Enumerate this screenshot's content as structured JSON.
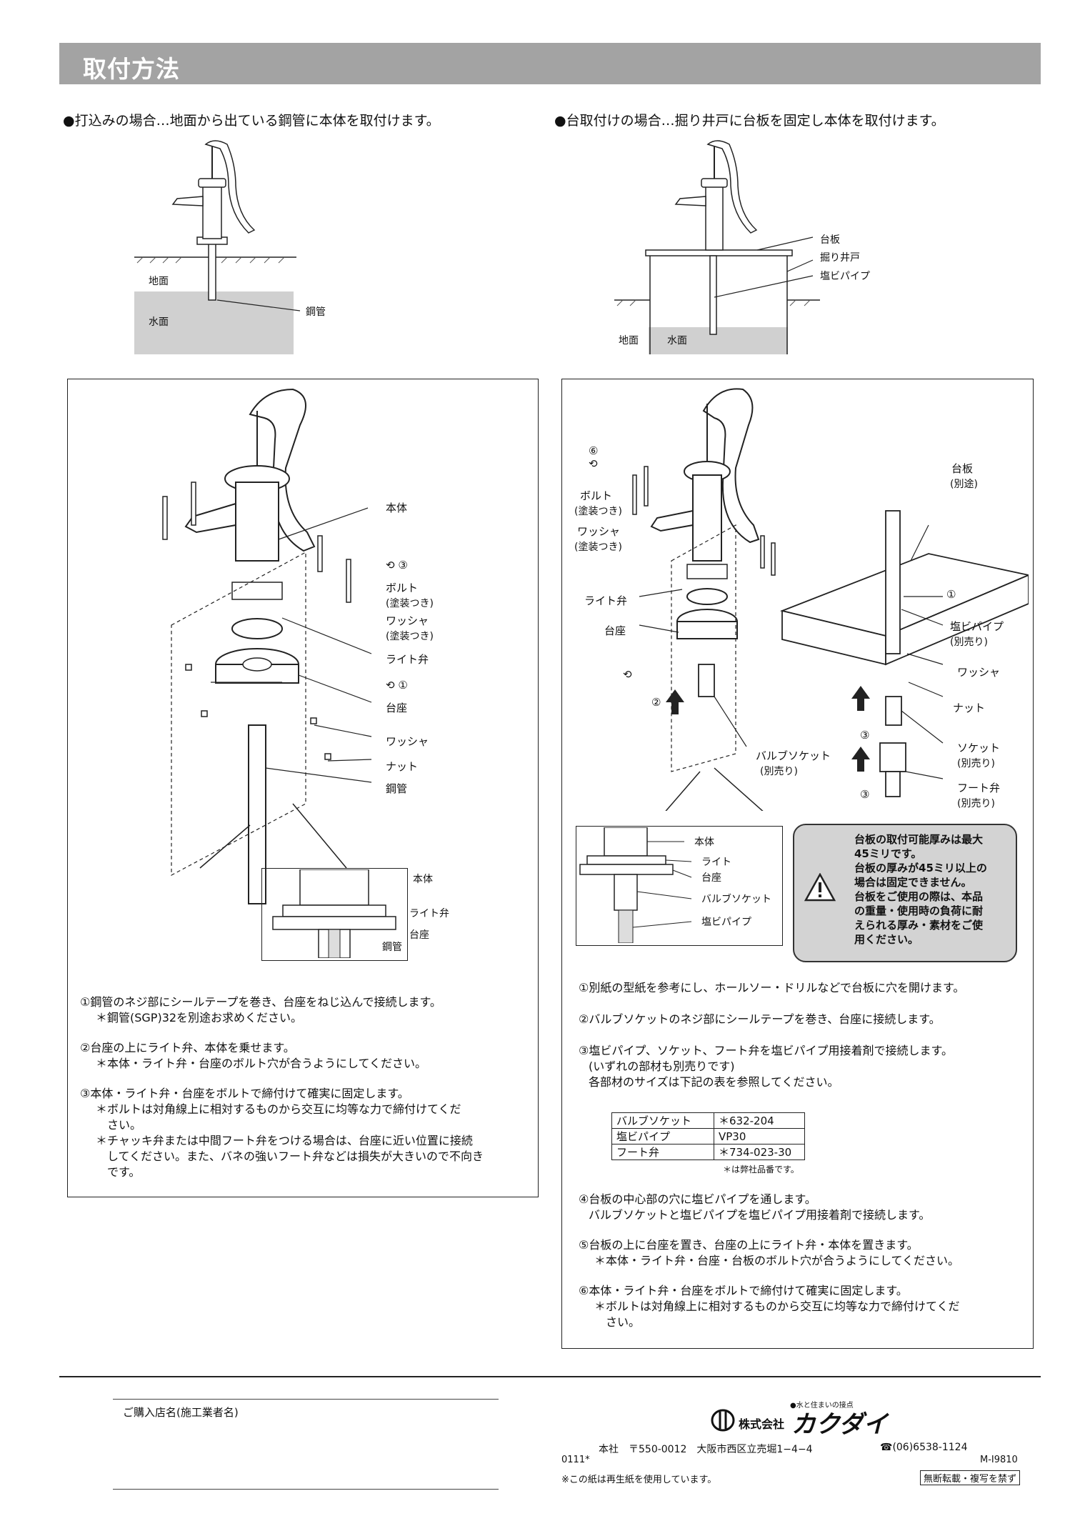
{
  "header": {
    "title": "取付方法"
  },
  "left_section": {
    "title": "●打込みの場合…地面から出ている鋼管に本体を取付けます。",
    "overview_labels": {
      "ground": "地面",
      "water": "水面",
      "pipe": "鋼管"
    },
    "diagram_labels": {
      "body": "本体",
      "step3_num": "③",
      "bolt": "ボルト",
      "bolt_note": "(塗装つき)",
      "washer_coated": "ワッシャ",
      "washer_coated_note": "(塗装つき)",
      "light_valve": "ライト弁",
      "step1_num": "①",
      "base": "台座",
      "washer": "ワッシャ",
      "nut": "ナット",
      "steel_pipe": "鋼管"
    },
    "detail_labels": {
      "body": "本体",
      "light_valve": "ライト弁",
      "base": "台座",
      "steel_pipe": "鋼管"
    },
    "instructions": [
      {
        "main": "①鋼管のネジ部にシールテープを巻き、台座をねじ込んで接続します。",
        "notes": [
          "＊鋼管(SGP)32を別途お求めください。"
        ]
      },
      {
        "main": "②台座の上にライト弁、本体を乗せます。",
        "notes": [
          "＊本体・ライト弁・台座のボルト穴が合うようにしてください。"
        ]
      },
      {
        "main": "③本体・ライト弁・台座をボルトで締付けて確実に固定します。",
        "notes": [
          "＊ボルトは対角線上に相対するものから交互に均等な力で締付けてくだ",
          "　さい。",
          "＊チャッキ弁または中間フート弁をつける場合は、台座に近い位置に接続",
          "　してください。また、バネの強いフート弁などは損失が大きいので不向き",
          "　です。"
        ]
      }
    ]
  },
  "right_section": {
    "title": "●台取付けの場合…掘り井戸に台板を固定し本体を取付けます。",
    "overview_labels": {
      "board": "台板",
      "well": "掘り井戸",
      "pvc": "塩ビパイプ",
      "ground": "地面",
      "water": "水面"
    },
    "diagram_labels": {
      "step6_num": "⑥",
      "bolt": "ボルト",
      "bolt_note": "(塗装つき)",
      "washer": "ワッシャ",
      "washer_note": "(塗装つき)",
      "light_valve": "ライト弁",
      "base": "台座",
      "step2_num": "②",
      "valve_socket": "バルブソケット",
      "valve_socket_note": "(別売り)",
      "board": "台板",
      "board_note": "(別途)",
      "step1_num": "①",
      "pvc_pipe": "塩ビパイプ",
      "pvc_note": "(別売り)",
      "washer2": "ワッシャ",
      "nut": "ナット",
      "step3a_num": "③",
      "socket": "ソケット",
      "socket_note": "(別売り)",
      "step3b_num": "③",
      "foot_valve": "フート弁",
      "foot_note": "(別売り)"
    },
    "detail_labels": {
      "body": "本体",
      "light": "ライト",
      "base": "台座",
      "valve_socket": "バルブソケット",
      "pvc": "塩ビパイプ"
    },
    "warning": [
      "台板の取付可能厚みは最大",
      "45ミリです。",
      "台板の厚みが45ミリ以上の",
      "場合は固定できません。",
      "台板をご使用の際は、本品",
      "の重量・使用時の負荷に耐",
      "えられる厚み・素材をご使",
      "用ください。"
    ],
    "instructions": [
      {
        "main": "①別紙の型紙を参考にし、ホールソー・ドリルなどで台板に穴を開けます。",
        "notes": []
      },
      {
        "main": "②バルブソケットのネジ部にシールテープを巻き、台座に接続します。",
        "notes": []
      },
      {
        "main": "③塩ビパイプ、ソケット、フート弁を塩ビパイプ用接着剤で接続します。",
        "notes": [
          "(いずれの部材も別売りです)",
          "各部材のサイズは下記の表を参照してください。"
        ]
      }
    ],
    "parts_table": [
      [
        "バルブソケット",
        "＊632-204"
      ],
      [
        "塩ビパイプ",
        "VP30"
      ],
      [
        "フート弁",
        "＊734-023-30"
      ]
    ],
    "table_note": "＊は弊社品番です。",
    "instructions2": [
      {
        "main": "④台板の中心部の穴に塩ビパイプを通します。",
        "notes": [
          "バルブソケットと塩ビパイプを塩ビパイプ用接着剤で接続します。"
        ]
      },
      {
        "main": "⑤台板の上に台座を置き、台座の上にライト弁・本体を置きます。",
        "notes": [
          "＊本体・ライト弁・台座・台板のボルト穴が合うようにしてください。"
        ]
      },
      {
        "main": "⑥本体・ライト弁・台座をボルトで締付けて確実に固定します。",
        "notes": [
          "＊ボルトは対角線上に相対するものから交互に均等な力で締付けてくだ",
          "　さい。"
        ]
      }
    ]
  },
  "footer": {
    "store_label": "ご購入店名(施工業者名)",
    "tagline": "●水と住まいの接点",
    "company_prefix": "株式会社",
    "company_name": "カクダイ",
    "address": "本社　〒550-0012　大阪市西区立売堀1−4−4",
    "phone": "☎(06)6538-1124",
    "code_left": "0111*",
    "code_right": "M-I9810",
    "recycle_note": "※この紙は再生紙を使用しています。",
    "copyright": "無断転載・複写を禁ず"
  }
}
